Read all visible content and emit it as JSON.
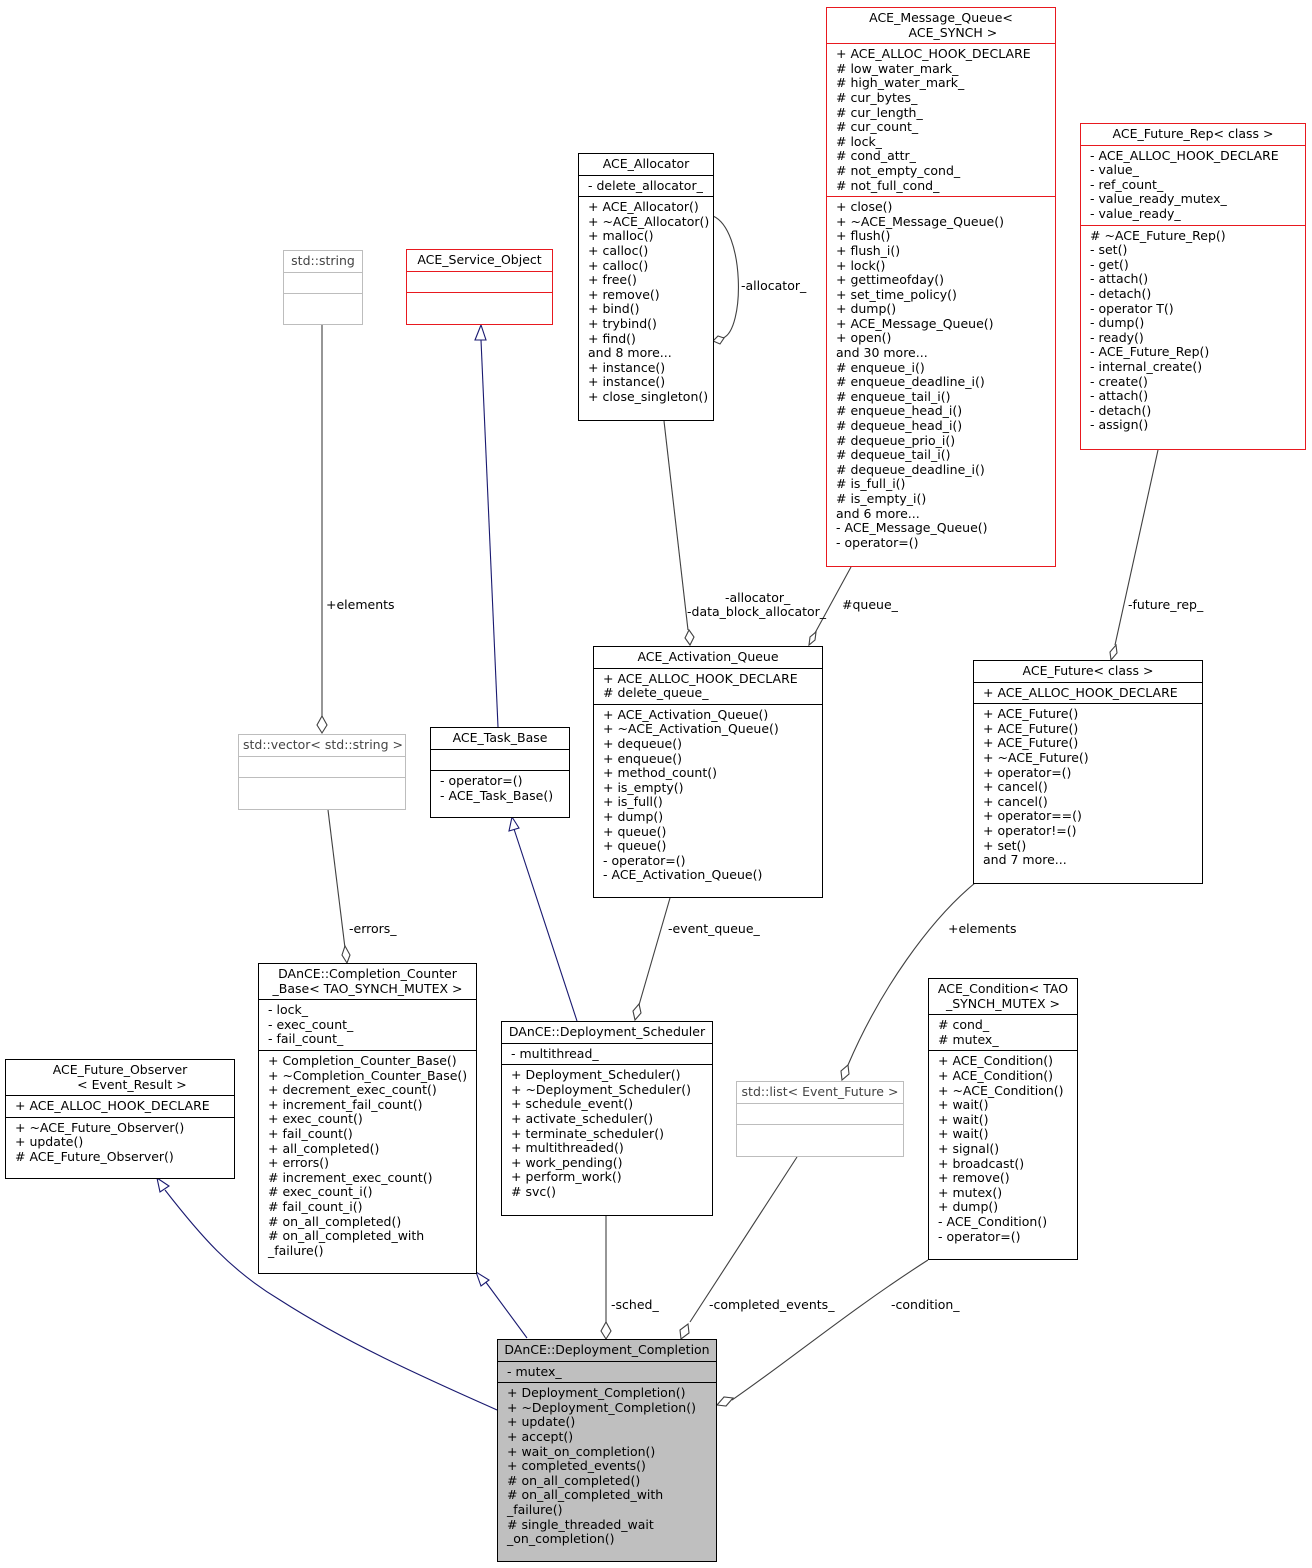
{
  "nodes": {
    "msgq": {
      "title": "ACE_Message_Queue<\n      ACE_SYNCH >",
      "attrs": [
        "+ ACE_ALLOC_HOOK_DECLARE",
        "# low_water_mark_",
        "# high_water_mark_",
        "# cur_bytes_",
        "# cur_length_",
        "# cur_count_",
        "# lock_",
        "# cond_attr_",
        "# not_empty_cond_",
        "# not_full_cond_"
      ],
      "methods": [
        "+ close()",
        "+ ~ACE_Message_Queue()",
        "+ flush()",
        "+ flush_i()",
        "+ lock()",
        "+ gettimeofday()",
        "+ set_time_policy()",
        "+ dump()",
        "+ ACE_Message_Queue()",
        "+ open()",
        "and 30 more...",
        "# enqueue_i()",
        "# enqueue_deadline_i()",
        "# enqueue_tail_i()",
        "# enqueue_head_i()",
        "# dequeue_head_i()",
        "# dequeue_prio_i()",
        "# dequeue_tail_i()",
        "# dequeue_deadline_i()",
        "# is_full_i()",
        "# is_empty_i()",
        "and 6 more...",
        "- ACE_Message_Queue()",
        "- operator=()"
      ]
    },
    "futrep": {
      "title": "ACE_Future_Rep< class >",
      "attrs": [
        "- ACE_ALLOC_HOOK_DECLARE",
        "- value_",
        "- ref_count_",
        "- value_ready_mutex_",
        "- value_ready_"
      ],
      "methods": [
        "# ~ACE_Future_Rep()",
        "- set()",
        "- get()",
        "- attach()",
        "- detach()",
        "- operator T()",
        "- dump()",
        "- ready()",
        "- ACE_Future_Rep()",
        "- internal_create()",
        "- create()",
        "- attach()",
        "- detach()",
        "- assign()"
      ]
    },
    "alloc": {
      "title": "ACE_Allocator",
      "attrs": [
        "- delete_allocator_"
      ],
      "methods": [
        "+ ACE_Allocator()",
        "+ ~ACE_Allocator()",
        "+ malloc()",
        "+ calloc()",
        "+ calloc()",
        "+ free()",
        "+ remove()",
        "+ bind()",
        "+ trybind()",
        "+ find()",
        "and 8 more...",
        "+ instance()",
        "+ instance()",
        "+ close_singleton()"
      ]
    },
    "stdstring": {
      "title": "std::string",
      "attrs": [
        ""
      ],
      "methods": [
        ""
      ]
    },
    "svcobj": {
      "title": "ACE_Service_Object",
      "attrs": [
        ""
      ],
      "methods": [
        ""
      ]
    },
    "actq": {
      "title": "ACE_Activation_Queue",
      "attrs": [
        "+ ACE_ALLOC_HOOK_DECLARE",
        "# delete_queue_"
      ],
      "methods": [
        "+ ACE_Activation_Queue()",
        "+ ~ACE_Activation_Queue()",
        "+ dequeue()",
        "+ enqueue()",
        "+ method_count()",
        "+ is_empty()",
        "+ is_full()",
        "+ dump()",
        "+ queue()",
        "+ queue()",
        "- operator=()",
        "- ACE_Activation_Queue()"
      ]
    },
    "future": {
      "title": "ACE_Future< class >",
      "attrs": [
        "+ ACE_ALLOC_HOOK_DECLARE"
      ],
      "methods": [
        "+ ACE_Future()",
        "+ ACE_Future()",
        "+ ACE_Future()",
        "+ ~ACE_Future()",
        "+ operator=()",
        "+ cancel()",
        "+ cancel()",
        "+ operator==()",
        "+ operator!=()",
        "+ set()",
        "and 7 more..."
      ]
    },
    "vec": {
      "title": "std::vector< std::string >",
      "attrs": [
        ""
      ],
      "methods": [
        ""
      ]
    },
    "taskbase": {
      "title": "ACE_Task_Base",
      "attrs": [
        ""
      ],
      "methods": [
        "- operator=()",
        "- ACE_Task_Base()"
      ]
    },
    "ccb": {
      "title": "DAnCE::Completion_Counter\n_Base< TAO_SYNCH_MUTEX >",
      "attrs": [
        "- lock_",
        "- exec_count_",
        "- fail_count_"
      ],
      "methods": [
        "+ Completion_Counter_Base()",
        "+ ~Completion_Counter_Base()",
        "+ decrement_exec_count()",
        "+ increment_fail_count()",
        "+ exec_count()",
        "+ fail_count()",
        "+ all_completed()",
        "+ errors()",
        "# increment_exec_count()",
        "# exec_count_i()",
        "# fail_count_i()",
        "# on_all_completed()",
        "# on_all_completed_with\n_failure()"
      ]
    },
    "sched": {
      "title": "DAnCE::Deployment_Scheduler",
      "attrs": [
        "- multithread_"
      ],
      "methods": [
        "+ Deployment_Scheduler()",
        "+ ~Deployment_Scheduler()",
        "+ schedule_event()",
        "+ activate_scheduler()",
        "+ terminate_scheduler()",
        "+ multithreaded()",
        "+ work_pending()",
        "+ perform_work()",
        "# svc()"
      ]
    },
    "cond": {
      "title": "ACE_Condition< TAO\n_SYNCH_MUTEX >",
      "attrs": [
        "# cond_",
        "# mutex_"
      ],
      "methods": [
        "+ ACE_Condition()",
        "+ ACE_Condition()",
        "+ ~ACE_Condition()",
        "+ wait()",
        "+ wait()",
        "+ wait()",
        "+ signal()",
        "+ broadcast()",
        "+ remove()",
        "+ mutex()",
        "+ dump()",
        "- ACE_Condition()",
        "- operator=()"
      ]
    },
    "observer": {
      "title": "ACE_Future_Observer\n      < Event_Result >",
      "attrs": [
        "+ ACE_ALLOC_HOOK_DECLARE"
      ],
      "methods": [
        "+ ~ACE_Future_Observer()",
        "+ update()",
        "# ACE_Future_Observer()"
      ]
    },
    "list": {
      "title": "std::list< Event_Future >",
      "attrs": [
        ""
      ],
      "methods": [
        ""
      ]
    },
    "completion": {
      "title": "DAnCE::Deployment_Completion",
      "attrs": [
        "- mutex_"
      ],
      "methods": [
        "+ Deployment_Completion()",
        "+ ~Deployment_Completion()",
        "+ update()",
        "+ accept()",
        "+ wait_on_completion()",
        "+ completed_events()",
        "# on_all_completed()",
        "# on_all_completed_with\n_failure()",
        "# single_threaded_wait\n_on_completion()"
      ]
    }
  },
  "edge_labels": {
    "allocator_self": "-allocator_",
    "allocator_dba": "-allocator_\n-data_block_allocator_",
    "queue": "#queue_",
    "future_rep": "-future_rep_",
    "elements_vec": "+elements",
    "errors": "-errors_",
    "event_queue": "-event_queue_",
    "elements_list": "+elements",
    "sched": "-sched_",
    "completed_events": "-completed_events_",
    "condition": "-condition_"
  },
  "colors": {
    "uml_border": "#000000",
    "highlight_border": "#e8191f",
    "template_border": "#bdbdbd",
    "focus_fill": "#bfbfbf",
    "inherit_edge": "#191970",
    "assoc_edge": "#404040"
  }
}
